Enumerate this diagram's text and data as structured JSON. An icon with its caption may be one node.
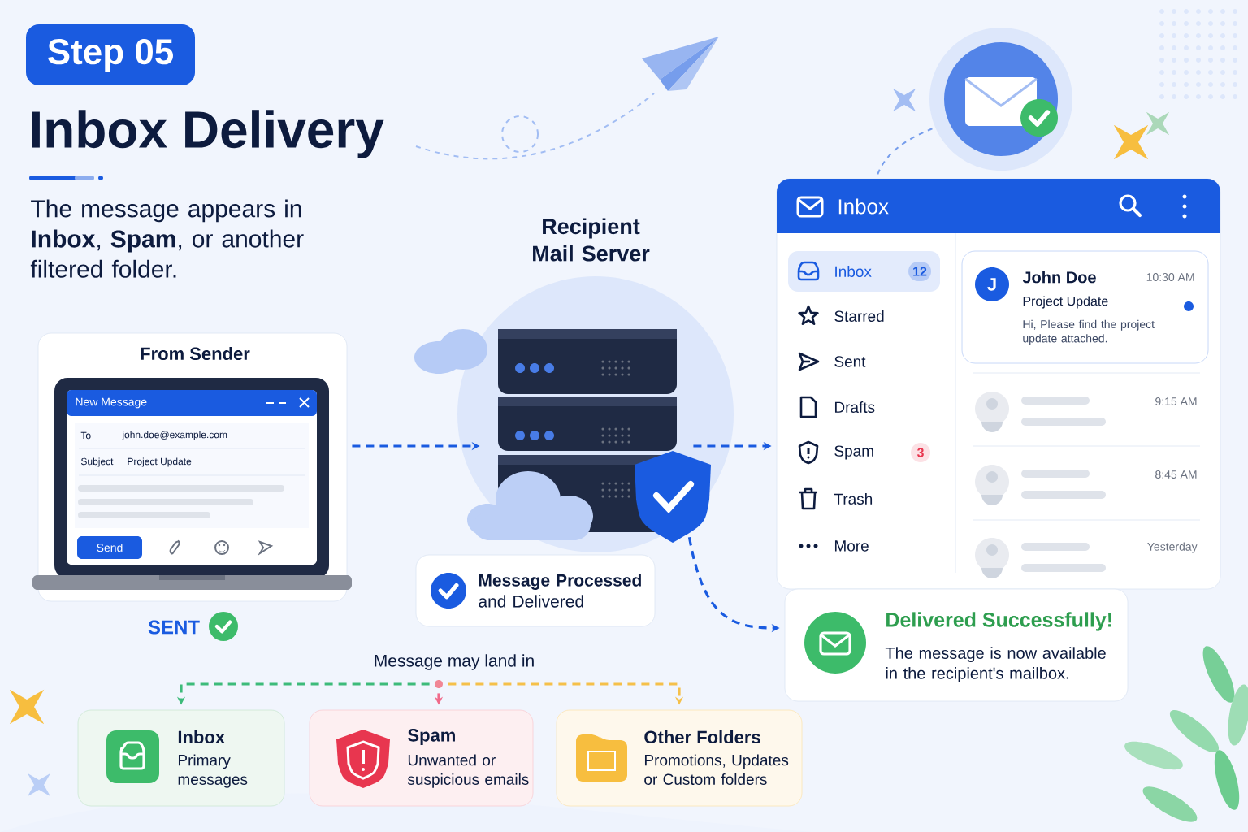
{
  "diagram": {
    "title": "Inbox Delivery",
    "nodes": [
      {
        "text": [
          "From Sender"
        ]
      },
      {
        "text": [
          "New Message"
        ],
        "in": 0
      },
      {
        "text": [
          "Recipient Mail Server"
        ]
      },
      {
        "text": [
          "**Message Processed** and Delivered"
        ]
      },
      {
        "text": [
          "Inbox"
        ]
      },
      {
        "text": [
          "J",
          "John Doe",
          "10:30 AM",
          "Project Update",
          "Hi, Please find the project update attached."
        ],
        "in": 4
      },
      {
        "text": [
          "Delivered Successfully!",
          "The message is now available in the recipient's mailbox."
        ]
      },
      {
        "text": [],
        "shape": "circle"
      },
      {
        "text": [
          "Inbox",
          "Primary messages"
        ]
      },
      {
        "text": [
          "Spam",
          "Unwanted or suspicious emails"
        ]
      },
      {
        "text": [
          "Other Folders",
          "Promotions, Updates or Custom folders"
        ]
      }
    ],
    "edges": [
      {
        "from": 0,
        "to": 2,
        "arrow": "to",
        "style": "dashed"
      },
      {
        "from": 2,
        "to": 4,
        "arrow": "to",
        "style": "dashed"
      },
      {
        "from": 2,
        "to": 6,
        "arrow": "to",
        "style": "dashed"
      },
      {
        "from": 7,
        "to": 8,
        "arrow": "to",
        "style": "dashed",
        "color": "#3dbb7a"
      },
      {
        "from": 7,
        "to": 9,
        "arrow": "to",
        "style": "dashed",
        "color": "#f06a8a"
      },
      {
        "from": 7,
        "to": 10,
        "arrow": "to",
        "style": "dashed",
        "color": "#f5c04a"
      }
    ],
    "labels": [
      "Step 05",
      "The message appears in **Inbox**, **Spam**, or another filtered folder.",
      "To",
      "john.doe@example.com",
      "Subject",
      "Project Update",
      "Send",
      "SENT",
      "Inbox",
      "12",
      "Starred",
      "Sent",
      "Drafts",
      "Spam",
      "3",
      "Trash",
      "More",
      "9:15 AM",
      "8:45 AM",
      "Yesterday",
      "Message may land in"
    ]
  }
}
